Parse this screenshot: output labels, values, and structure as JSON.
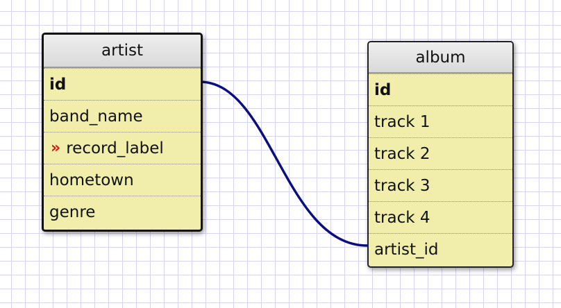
{
  "diagram": {
    "colors": {
      "table_fill": "#f1edaa",
      "relation_line": "#0a0f7d",
      "foreign_key_marker": "#d11818",
      "grid": "#d6d3f3"
    },
    "tables": [
      {
        "name": "artist",
        "fields": [
          {
            "label": "id",
            "primary_key": true
          },
          {
            "label": "band_name"
          },
          {
            "label": "record_label",
            "marker": "»"
          },
          {
            "label": "hometown"
          },
          {
            "label": "genre"
          }
        ]
      },
      {
        "name": "album",
        "fields": [
          {
            "label": "id",
            "primary_key": true
          },
          {
            "label": "track 1"
          },
          {
            "label": "track 2"
          },
          {
            "label": "track 3"
          },
          {
            "label": "track 4"
          },
          {
            "label": "artist_id"
          }
        ]
      }
    ],
    "relations": [
      {
        "from": "artist.id",
        "to": "album.artist_id"
      }
    ]
  }
}
